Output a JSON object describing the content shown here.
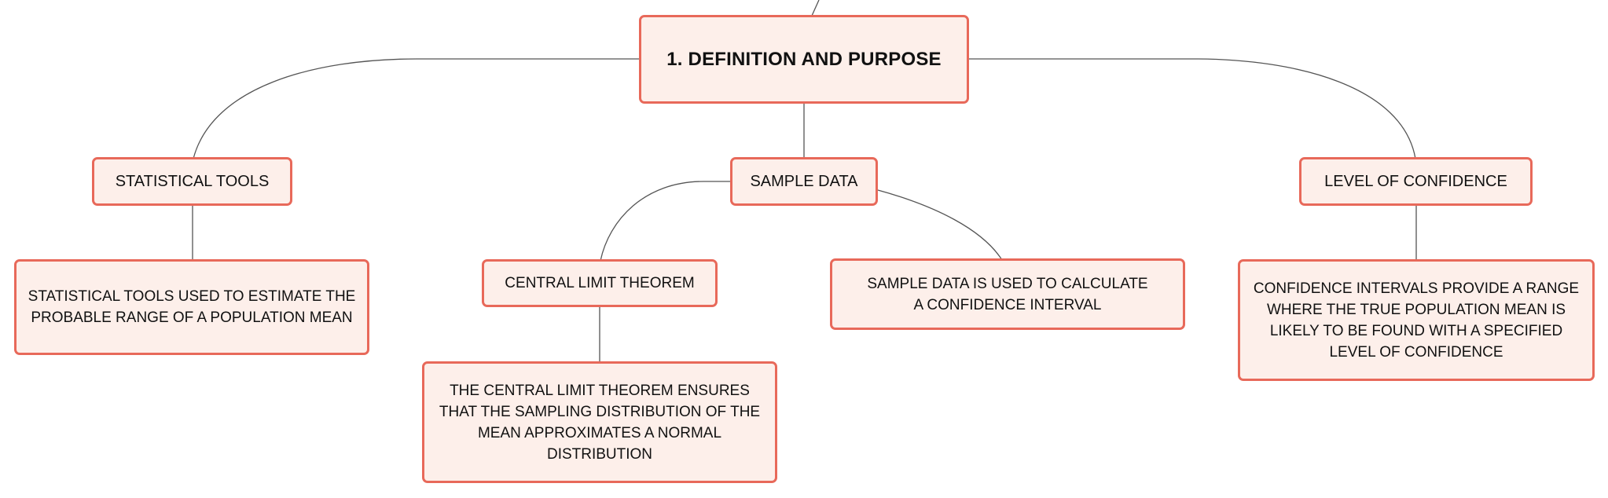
{
  "mindmap": {
    "root": {
      "label": "1. DEFINITION AND PURPOSE"
    },
    "branches": [
      {
        "label": "STATISTICAL TOOLS",
        "detail": "STATISTICAL TOOLS USED TO ESTIMATE THE PROBABLE RANGE OF A POPULATION MEAN"
      },
      {
        "label": "SAMPLE DATA",
        "children": [
          {
            "label": "CENTRAL LIMIT THEOREM",
            "detail": "THE CENTRAL LIMIT THEOREM ENSURES THAT THE SAMPLING DISTRIBUTION OF THE MEAN APPROXIMATES A NORMAL DISTRIBUTION"
          },
          {
            "label": "SAMPLE DATA IS USED TO CALCULATE A CONFIDENCE INTERVAL"
          }
        ]
      },
      {
        "label": "LEVEL OF CONFIDENCE",
        "detail": "CONFIDENCE INTERVALS PROVIDE A RANGE WHERE THE TRUE POPULATION MEAN IS LIKELY TO BE FOUND WITH A SPECIFIED LEVEL OF CONFIDENCE"
      }
    ]
  },
  "colors": {
    "node_fill": "#fdefea",
    "node_border": "#e8695a",
    "connector": "#555555"
  }
}
